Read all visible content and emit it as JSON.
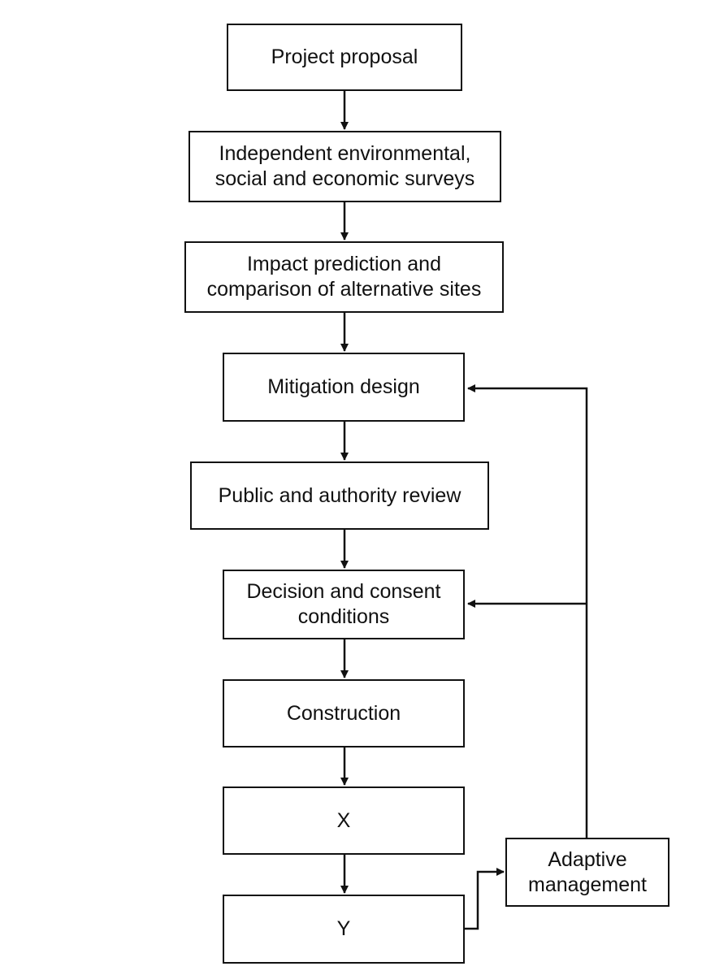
{
  "diagram": {
    "type": "flowchart",
    "steps": [
      {
        "id": "project_proposal",
        "label": "Project proposal"
      },
      {
        "id": "surveys",
        "label": "Independent environmental,\nsocial and economic surveys"
      },
      {
        "id": "impact_prediction",
        "label": "Impact prediction and\ncomparison of alternative sites"
      },
      {
        "id": "mitigation_design",
        "label": "Mitigation design"
      },
      {
        "id": "public_review",
        "label": "Public and authority review"
      },
      {
        "id": "decision",
        "label": "Decision and consent\nconditions"
      },
      {
        "id": "construction",
        "label": "Construction"
      },
      {
        "id": "x",
        "label": "X"
      },
      {
        "id": "y",
        "label": "Y"
      }
    ],
    "side_box": {
      "id": "adaptive_management",
      "label": "Adaptive\nmanagement"
    },
    "connections": [
      {
        "from": "project_proposal",
        "to": "surveys"
      },
      {
        "from": "surveys",
        "to": "impact_prediction"
      },
      {
        "from": "impact_prediction",
        "to": "mitigation_design"
      },
      {
        "from": "mitigation_design",
        "to": "public_review"
      },
      {
        "from": "public_review",
        "to": "decision"
      },
      {
        "from": "decision",
        "to": "construction"
      },
      {
        "from": "construction",
        "to": "x"
      },
      {
        "from": "x",
        "to": "y"
      },
      {
        "from": "y",
        "to": "adaptive_management"
      },
      {
        "from": "adaptive_management",
        "to": "mitigation_design"
      },
      {
        "from": "adaptive_management",
        "to": "decision"
      }
    ],
    "colors": {
      "line": "#111111",
      "box_fill": "#ffffff",
      "text": "#111111"
    }
  }
}
